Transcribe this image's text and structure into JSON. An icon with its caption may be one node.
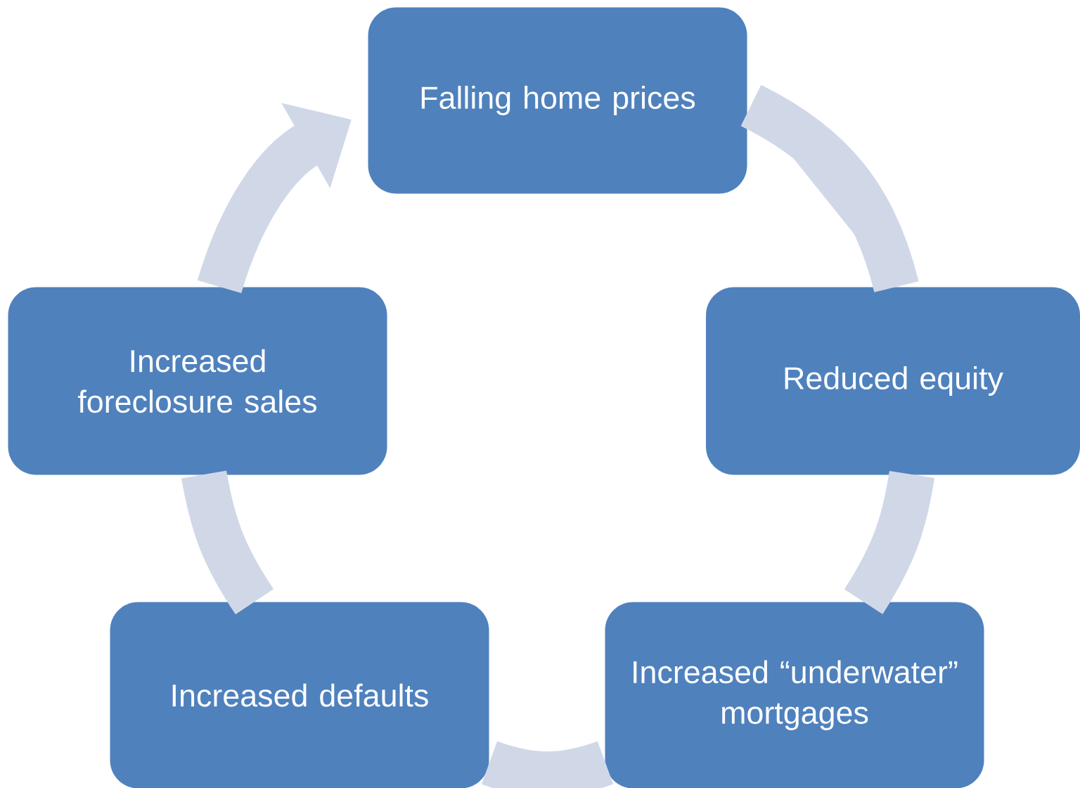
{
  "diagram": {
    "nodes": [
      {
        "text": [
          "Falling home prices"
        ]
      },
      {
        "text": [
          "Reduced equity"
        ]
      },
      {
        "text": [
          "Increased “underwater” mortgages"
        ]
      },
      {
        "text": [
          "Increased defaults"
        ]
      },
      {
        "text": [
          "Increased foreclosure sales"
        ]
      }
    ],
    "edges": [
      {
        "from": 0,
        "to": 1,
        "arrow": "none"
      },
      {
        "from": 1,
        "to": 2,
        "arrow": "none"
      },
      {
        "from": 2,
        "to": 3,
        "arrow": "none"
      },
      {
        "from": 3,
        "to": 4,
        "arrow": "none"
      },
      {
        "from": 4,
        "to": 0,
        "arrow": "to"
      }
    ]
  }
}
